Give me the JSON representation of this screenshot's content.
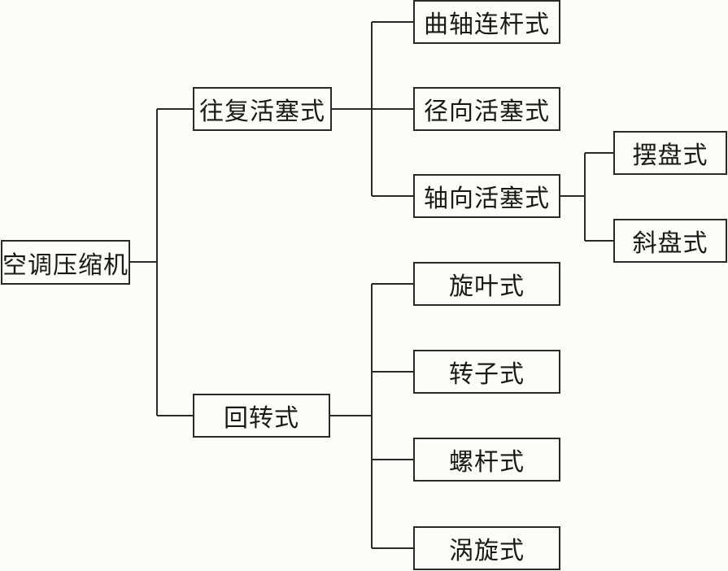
{
  "root": "空调压缩机",
  "level1": {
    "reciprocating": "往复活塞式",
    "rotary": "回转式"
  },
  "reciprocating_children": {
    "crank": "曲轴连杆式",
    "radial": "径向活塞式",
    "axial": "轴向活塞式"
  },
  "axial_children": {
    "wobble": "摆盘式",
    "swash": "斜盘式"
  },
  "rotary_children": {
    "vane": "旋叶式",
    "rotor": "转子式",
    "screw": "螺杆式",
    "scroll": "涡旋式"
  },
  "colors": {
    "line": "#2a2a1e",
    "box_border": "#2a2a1e",
    "background": "#fdfcf8"
  }
}
